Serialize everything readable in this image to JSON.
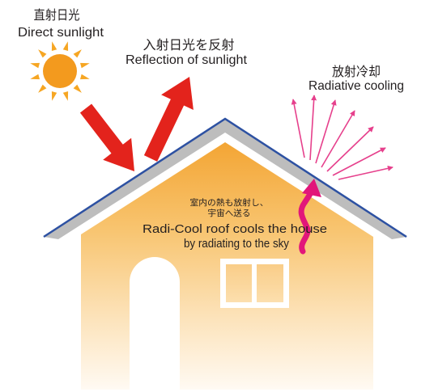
{
  "labels": {
    "direct_sunlight": {
      "ja": "直射日光",
      "en": "Direct sunlight"
    },
    "reflection": {
      "ja": "入射日光を反射",
      "en": "Reflection of sunlight"
    },
    "radiative_cooling": {
      "ja": "放射冷却",
      "en": "Radiative cooling"
    },
    "house_caption": {
      "ja_line1": "室内の熱も放射し、",
      "ja_line2": "宇宙へ送る",
      "en_line1": "Radi-Cool roof cools the house",
      "en_line2": "by radiating to the sky"
    }
  },
  "icons": {
    "sun": "sun-icon",
    "incoming_arrow": "arrow-down-right-icon",
    "reflected_arrow": "arrow-up-right-icon",
    "radiation_arrows": "radiating-arrows-icon",
    "heat_arrow": "wavy-arrow-up-icon",
    "house": "house-icon"
  },
  "colors": {
    "sun": "#f39a1e",
    "sun_ray": "#f6a623",
    "sunlight_arrow": "#e3231c",
    "radiation_arrow": "#e6408c",
    "heat_arrow": "#e2167a",
    "roof": "#bdbdbd",
    "roof_edge": "#2d51a2",
    "wall_top": "#f3a534",
    "wall_bottom": "#fffaf3",
    "window_frame": "#ffffff",
    "door": "#ffffff"
  }
}
